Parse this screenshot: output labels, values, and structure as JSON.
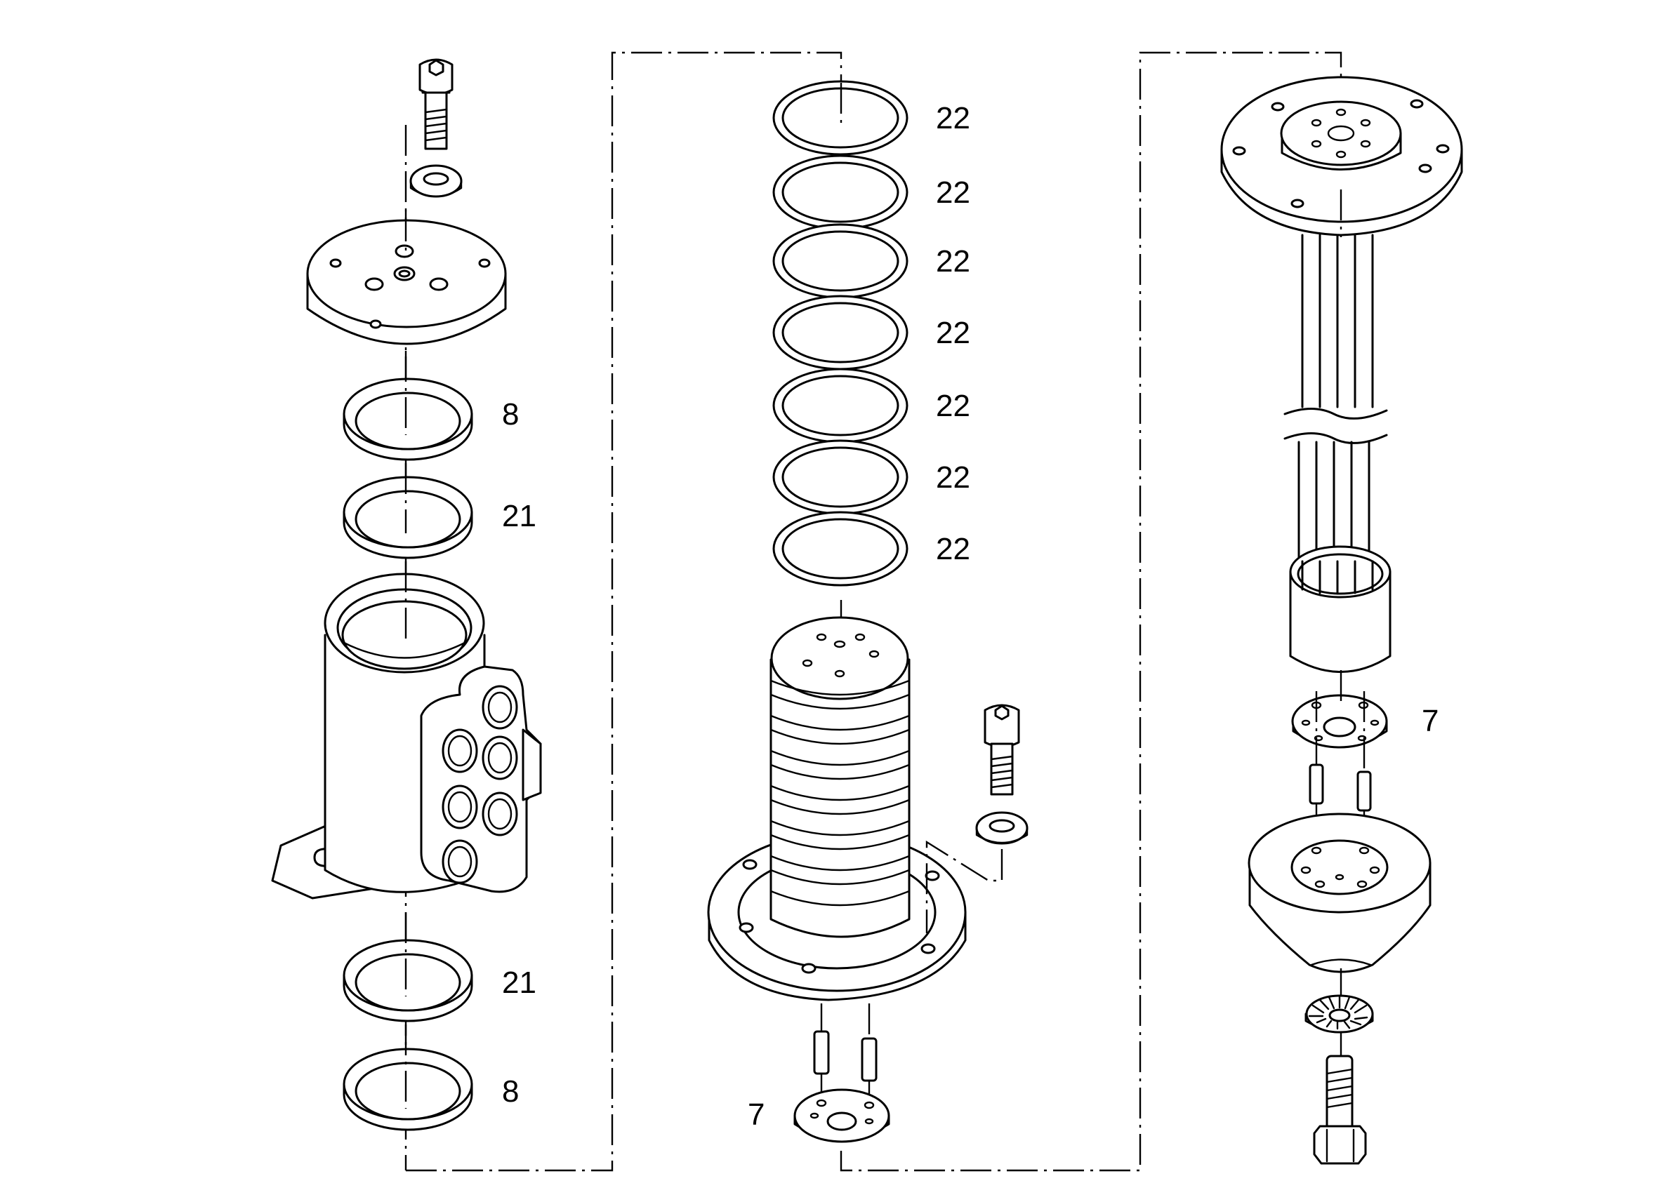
{
  "diagram": {
    "labels": {
      "left_top_8": "8",
      "left_top_21": "21",
      "left_bottom_21": "21",
      "left_bottom_8": "8",
      "mid_22_1": "22",
      "mid_22_2": "22",
      "mid_22_3": "22",
      "mid_22_4": "22",
      "mid_22_5": "22",
      "mid_22_6": "22",
      "mid_22_7": "22",
      "mid_7": "7",
      "right_7": "7"
    },
    "colors": {
      "line": "#000000",
      "background": "#ffffff"
    }
  }
}
